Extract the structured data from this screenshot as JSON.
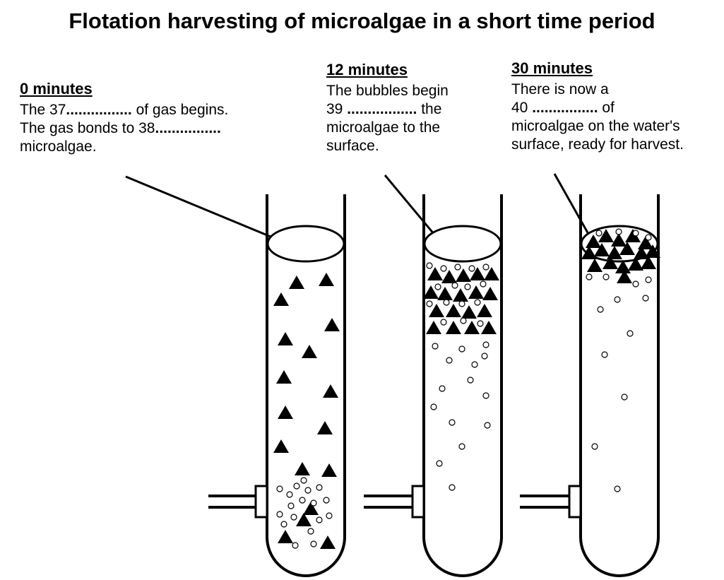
{
  "title": "Flotation harvesting of microalgae in a short time period",
  "panels": [
    {
      "heading": "0 minutes",
      "lines": [
        {
          "pre": "The ",
          "num": "37",
          "dots": "................",
          "post": " of gas begins."
        },
        {
          "pre": "The gas bonds to ",
          "num": "38",
          "dots": "................",
          "post": ""
        },
        {
          "pre": "microalgae.",
          "num": "",
          "dots": "",
          "post": ""
        }
      ]
    },
    {
      "heading": "12 minutes",
      "lines": [
        {
          "pre": "The bubbles begin",
          "num": "",
          "dots": "",
          "post": ""
        },
        {
          "pre": "",
          "num": "39",
          "dots": " .................",
          "post": " the"
        },
        {
          "pre": "microalgae to the",
          "num": "",
          "dots": "",
          "post": ""
        },
        {
          "pre": "surface.",
          "num": "",
          "dots": "",
          "post": ""
        }
      ]
    },
    {
      "heading": "30 minutes",
      "lines": [
        {
          "pre": "There is now a",
          "num": "",
          "dots": "",
          "post": ""
        },
        {
          "pre": "",
          "num": "40",
          "dots": " ................",
          "post": " of"
        },
        {
          "pre": "microalgae on the water's",
          "num": "",
          "dots": "",
          "post": ""
        },
        {
          "pre": "surface, ready for harvest.",
          "num": "",
          "dots": "",
          "post": ""
        }
      ]
    }
  ]
}
